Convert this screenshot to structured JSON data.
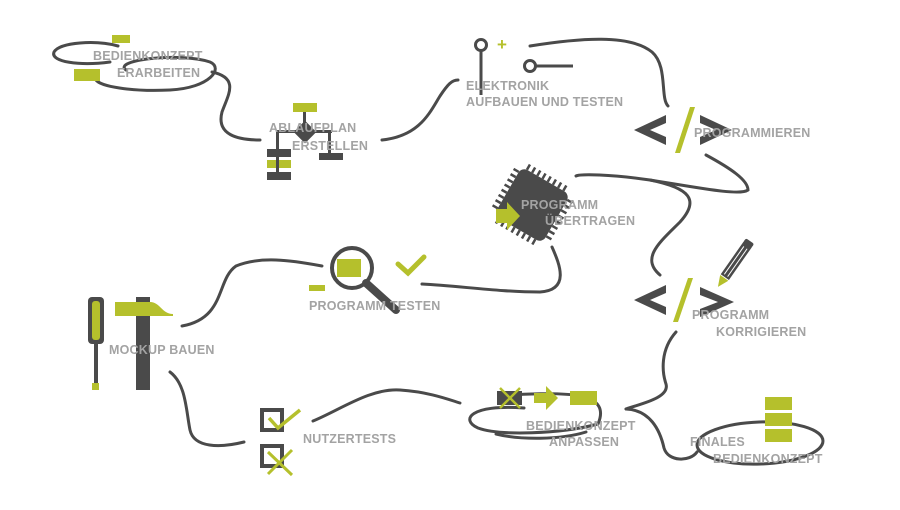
{
  "diagram": {
    "type": "process-flow",
    "colors": {
      "accent": "#b5c02c",
      "dark": "#4a4a4a",
      "label": "#a3a3a3",
      "background": "#ffffff"
    },
    "steps": [
      {
        "id": "bedienkonzept-erarbeiten",
        "icon": "ellipse-blocks-icon",
        "line1": "BEDIENKONZEPT",
        "line2": "ERARBEITEN"
      },
      {
        "id": "ablaufplan-erstellen",
        "icon": "flowchart-icon",
        "line1": "ABLAUFPLAN",
        "line2": "ERSTELLEN"
      },
      {
        "id": "elektronik-aufbauen",
        "icon": "circuit-icon",
        "line1": "ELEKTRONIK",
        "line2": "AUFBAUEN UND TESTEN"
      },
      {
        "id": "programmieren",
        "icon": "code-icon",
        "line1": "PROGRAMMIEREN",
        "line2": ""
      },
      {
        "id": "programm-uebertragen",
        "icon": "microchip-icon",
        "line1": "PROGRAMM",
        "line2": "ÜBERTRAGEN"
      },
      {
        "id": "programm-korrigieren",
        "icon": "code-pencil-icon",
        "line1": "PROGRAMM",
        "line2": "KORRIGIEREN"
      },
      {
        "id": "programm-testen",
        "icon": "magnifier-check-icon",
        "line1": "PROGRAMM TESTEN",
        "line2": ""
      },
      {
        "id": "mockup-bauen",
        "icon": "tools-icon",
        "line1": "MOCKUP BAUEN",
        "line2": ""
      },
      {
        "id": "nutzertests",
        "icon": "checkbox-icon",
        "line1": "NUTZERTESTS",
        "line2": ""
      },
      {
        "id": "bedienkonzept-anpassen",
        "icon": "swap-arrow-icon",
        "line1": "BEDIENKONZEPT",
        "line2": "ANPASSEN"
      },
      {
        "id": "finales-bedienkonzept",
        "icon": "stack-ellipse-icon",
        "line1": "FINALES",
        "line2": "BEDIENKONZEPT"
      }
    ],
    "plus_symbol": "+"
  }
}
